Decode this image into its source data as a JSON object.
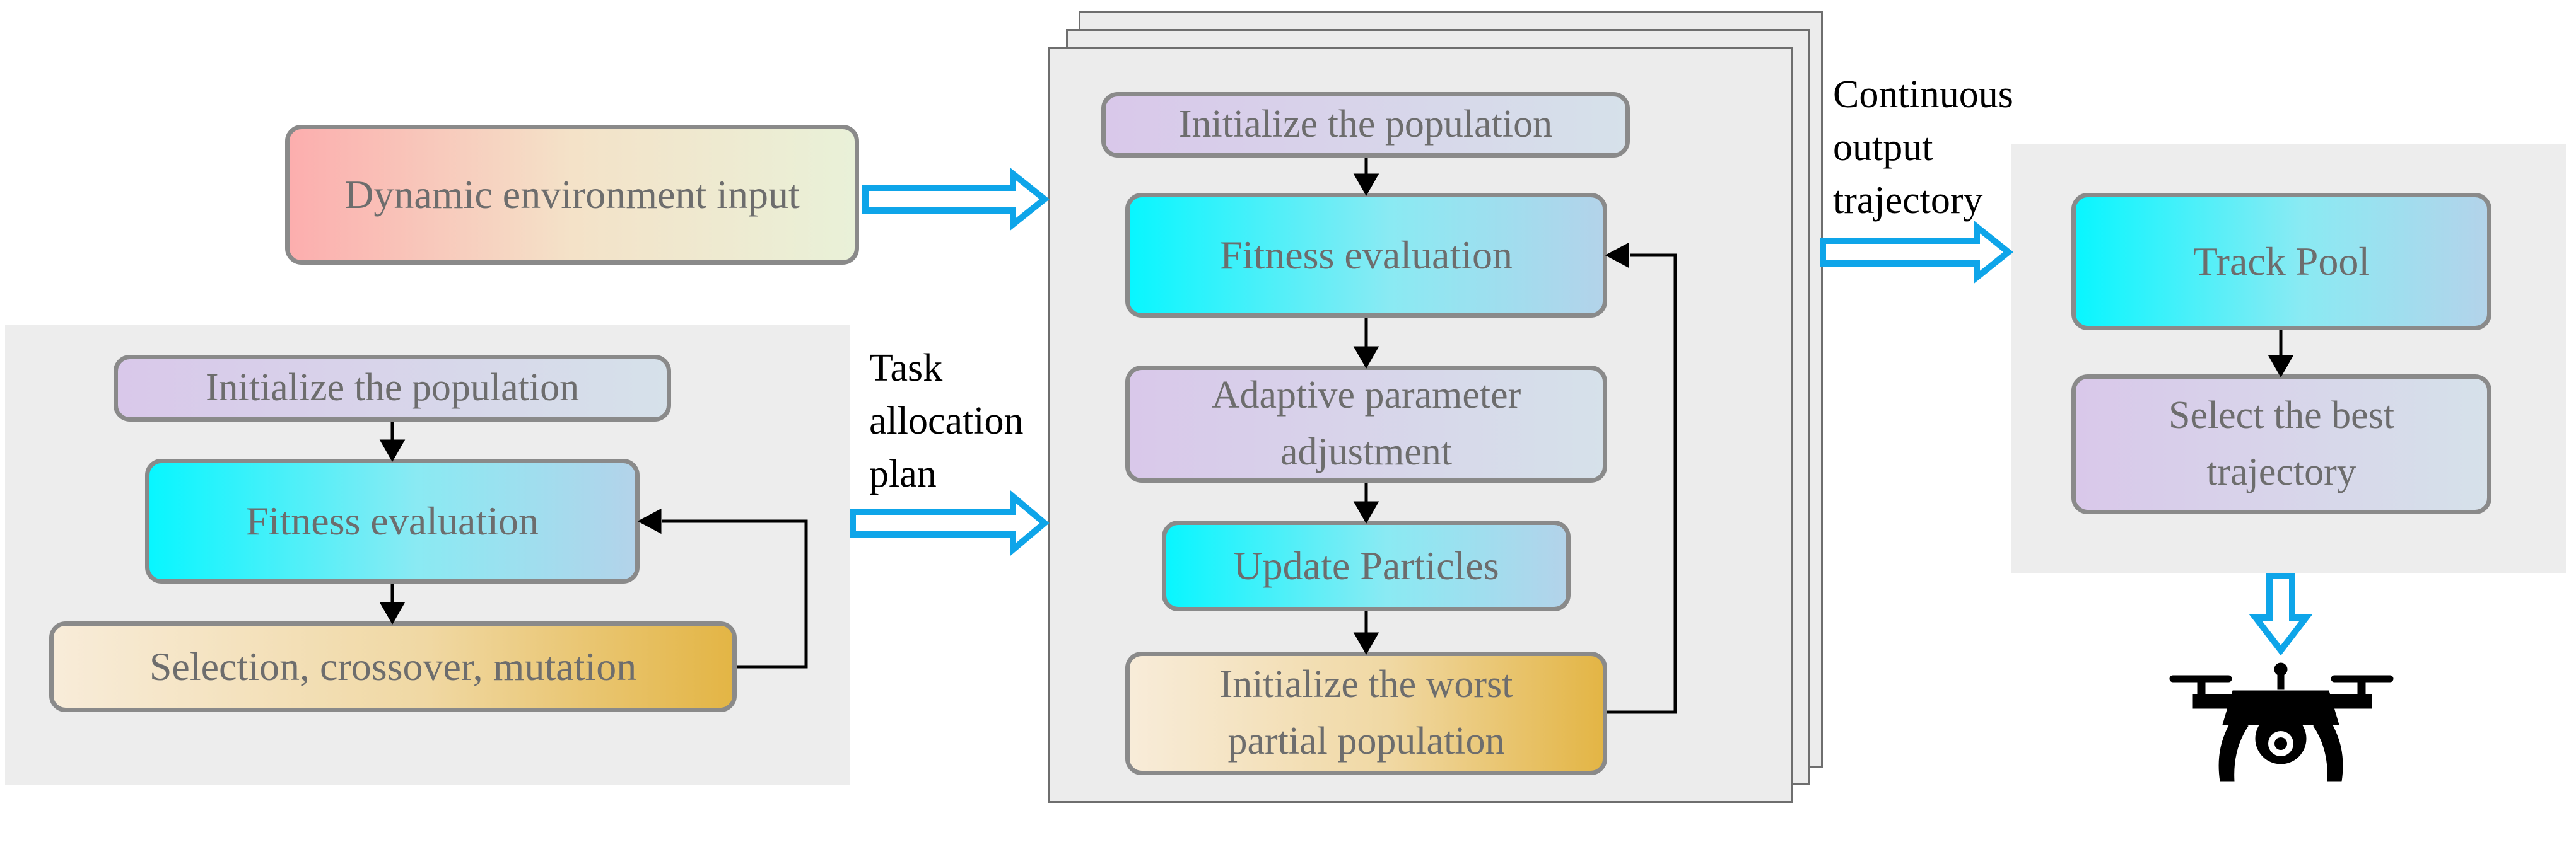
{
  "inputs": {
    "dynamic_environment": "Dynamic environment input"
  },
  "labels": {
    "task_allocation": [
      "Task",
      "allocation",
      "plan"
    ],
    "continuous_output": [
      "Continuous",
      "output",
      "trajectory"
    ]
  },
  "ga_panel": {
    "init_population": "Initialize the population",
    "fitness_evaluation": "Fitness evaluation",
    "selection": "Selection, crossover, mutation"
  },
  "pso_panel": {
    "init_population": "Initialize the population",
    "fitness_evaluation": "Fitness evaluation",
    "adaptive_parameter": [
      "Adaptive parameter",
      "adjustment"
    ],
    "update_particles": "Update Particles",
    "init_worst": [
      "Initialize the worst",
      "partial population"
    ]
  },
  "output_panel": {
    "track_pool": "Track Pool",
    "select_best": [
      "Select the best",
      "trajectory"
    ]
  },
  "icons": {
    "drone": "drone-icon"
  },
  "colors": {
    "arrow_blue": "#0ea5e9",
    "border_gray": "#8a8a8a",
    "text_gray": "#6d6d6d"
  }
}
